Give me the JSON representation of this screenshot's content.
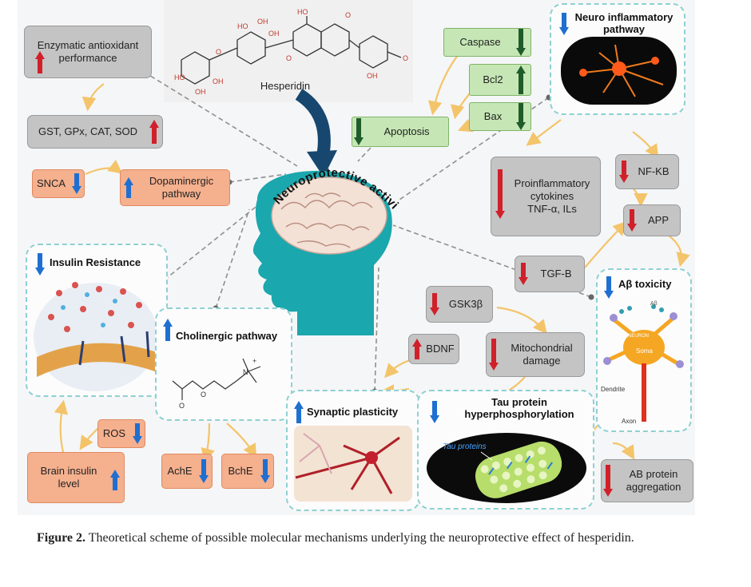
{
  "center": {
    "title": "Neuroprotective activities"
  },
  "compound": {
    "name": "Hesperidin"
  },
  "boxes": {
    "enzymatic": "Enzymatic antioxidant performance",
    "gst": "GST, GPx, CAT, SOD",
    "snca": "SNCA",
    "dopaminergic": "Dopaminergic pathway",
    "caspase": "Caspase",
    "bcl2": "Bcl2",
    "bax": "Bax",
    "apoptosis": "Apoptosis",
    "proinflammatory": [
      "Proinflammatory",
      "cytokines",
      "TNF-α, ILs"
    ],
    "nfkb": "NF-KB",
    "app": "APP",
    "tgfb": "TGF-B",
    "gsk3b": "GSK3β",
    "mitochondrial": [
      "Mitochondrial",
      "damage"
    ],
    "bdnf": "BDNF",
    "ros": "ROS",
    "brain_insulin": [
      "Brain insulin",
      "level"
    ],
    "ache": "AchE",
    "bche": "BchE",
    "ab_aggregation": [
      "AB protein",
      "aggregation"
    ]
  },
  "panels": {
    "neuro_inflammatory": [
      "Neuro inflammatory",
      "pathway"
    ],
    "insulin_resistance": "Insulin Resistance",
    "cholinergic": "Cholinergic pathway",
    "synaptic": "Synaptic plasticity",
    "tau": [
      "Tau protein",
      "hyperphosphorylation"
    ],
    "ab_toxicity": "Aβ toxicity"
  },
  "labels": {
    "tau_proteins": "Tau proteins",
    "neuron": "NEURON",
    "soma": "Soma",
    "dendrite": "Dendrite",
    "axon": "Axon",
    "ab_small": "Aβ"
  },
  "caption": {
    "label": "Figure 2.",
    "text": " Theoretical scheme of possible molecular mechanisms underlying the neuroprotective effect of hesperidin."
  },
  "colors": {
    "up_arrow": "#1f6fd1",
    "down_arrow": "#d0202a",
    "green_arrow": "#1f5c2b",
    "teal_head": "#1aa7ad",
    "dashed_border": "#8fd0d2",
    "flow_arrow": "#f3c46a"
  }
}
